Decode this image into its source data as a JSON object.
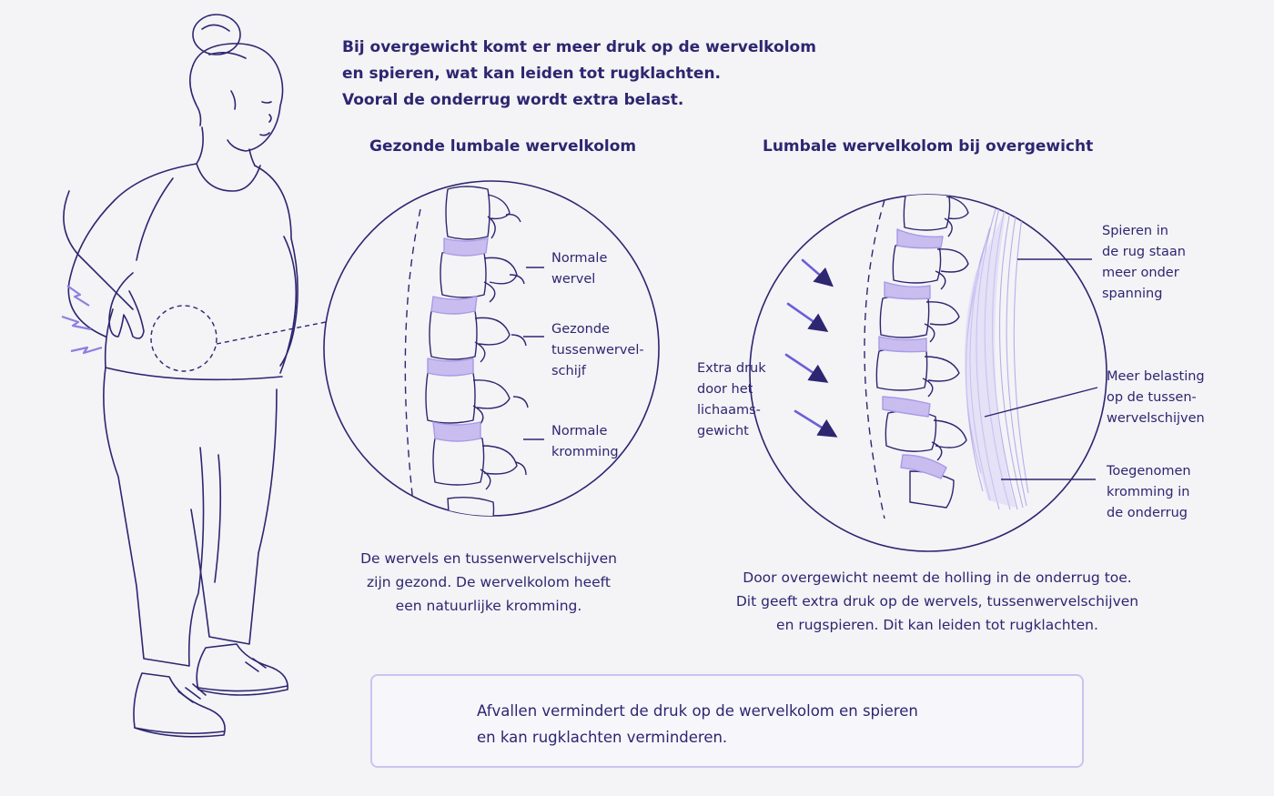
{
  "intro": {
    "line1": "Bij overgewicht komt er meer druk op de wervelkolom",
    "line2": "en spieren, wat kan leiden tot rugklachten.",
    "line3": "Vooral de onderrug wordt extra belast."
  },
  "healthy": {
    "title": "Gezonde lumbale wervelkolom",
    "labels": {
      "vertebra": [
        "Normale",
        "wervel"
      ],
      "disc": [
        "Gezonde",
        "tussenwervel-",
        "schijf"
      ],
      "curve": [
        "Normale",
        "kromming"
      ]
    },
    "caption": [
      "De wervels en tussenwervelschijven",
      "zijn gezond. De wervelkolom heeft",
      "een natuurlijke kromming."
    ]
  },
  "overweight": {
    "title": "Lumbale wervelkolom bij overgewicht",
    "labels": {
      "pressure": [
        "Extra druk",
        "door het",
        "lichaams-",
        "gewicht"
      ],
      "muscles": [
        "Spieren in",
        "de rug staan",
        "meer onder",
        "spanning"
      ],
      "load": [
        "Meer belasting",
        "op de tussen-",
        "wervelschijven"
      ],
      "curve": [
        "Toegenomen",
        "kromming in",
        "de onderrug"
      ]
    },
    "caption": [
      "Door overgewicht neemt de holling in de onderrug toe.",
      "Dit geeft extra druk op de wervels, tussenwervelschijven",
      "en rugspieren. Dit kan leiden tot rugklachten."
    ]
  },
  "bottom": {
    "line1": "Afvallen vermindert de druk op de wervelkolom en spieren",
    "line2": "en kan rugklachten verminderen.",
    "left_icon": "arrow-down-icon",
    "right_icon": "shield-heart-icon"
  },
  "colors": {
    "ink": "#2d2670",
    "disc": "#c9bdf0",
    "muscle": "#b9adeb",
    "accent": "#5a4fcf",
    "box_border": "#c9c5ef",
    "background": "#f4f3f6"
  }
}
